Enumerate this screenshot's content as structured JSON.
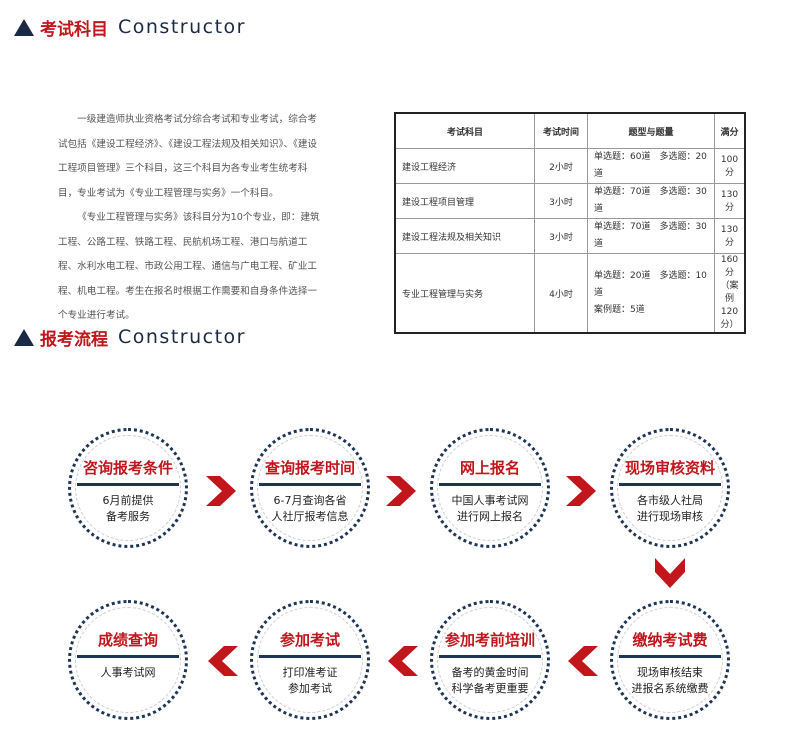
{
  "sections": {
    "exam_subjects": {
      "title": "考试科目",
      "subtitle": "Constructor"
    },
    "process": {
      "title": "报考流程",
      "subtitle": "Constructor"
    }
  },
  "intro": {
    "p1": "一级建造师执业资格考试分综合考试和专业考试，综合考试包括《建设工程经济》、《建设工程法规及相关知识》、《建设工程项目管理》三个科目，这三个科目为各专业考生统考科目，专业考试为《专业工程管理与实务》一个科目。",
    "p2": "《专业工程管理与实务》该科目分为10个专业，即：建筑工程、公路工程、铁路工程、民航机场工程、港口与航道工程、水利水电工程、市政公用工程、通信与广电工程、矿业工程、机电工程。考生在报名时根据工作需要和自身条件选择一个专业进行考试。"
  },
  "table": {
    "headers": [
      "考试科目",
      "考试时间",
      "题型与题量",
      "满分"
    ],
    "rows": [
      {
        "subject": "建设工程经济",
        "time": "2小时",
        "qty1": "单选题：60道　多选题：20道",
        "qty2": "",
        "score1": "100分",
        "score2": ""
      },
      {
        "subject": "建设工程项目管理",
        "time": "3小时",
        "qty1": "单选题：70道　多选题：30道",
        "qty2": "",
        "score1": "130分",
        "score2": ""
      },
      {
        "subject": "建设工程法规及相关知识",
        "time": "3小时",
        "qty1": "单选题：70道　多选题：30道",
        "qty2": "",
        "score1": "130分",
        "score2": ""
      },
      {
        "subject": "专业工程管理与实务",
        "time": "4小时",
        "qty1": "单选题：20道　多选题：10道",
        "qty2": "案例题：5道",
        "score1": "160分",
        "score2": "（案例120分）"
      }
    ]
  },
  "steps": [
    {
      "title": "咨询报考条件",
      "line1": "6月前提供",
      "line2": "备考服务"
    },
    {
      "title": "查询报考时间",
      "line1": "6-7月查询各省",
      "line2": "人社厅报考信息"
    },
    {
      "title": "网上报名",
      "line1": "中国人事考试网",
      "line2": "进行网上报名"
    },
    {
      "title": "现场审核资料",
      "line1": "各市级人社局",
      "line2": "进行现场审核"
    },
    {
      "title": "缴纳考试费",
      "line1": "现场审核结束",
      "line2": "进报名系统缴费"
    },
    {
      "title": "参加考前培训",
      "line1": "备考的黄金时间",
      "line2": "科学备考更重要"
    },
    {
      "title": "参加考试",
      "line1": "打印准考证",
      "line2": "参加考试"
    },
    {
      "title": "成绩查询",
      "line1": "人事考试网",
      "line2": ""
    }
  ],
  "colors": {
    "accent_red": "#c0161c",
    "navy": "#1f3553"
  },
  "icons": {
    "section_marker": "triangle-icon",
    "flow_arrow": "chevron-arrow-icon"
  }
}
